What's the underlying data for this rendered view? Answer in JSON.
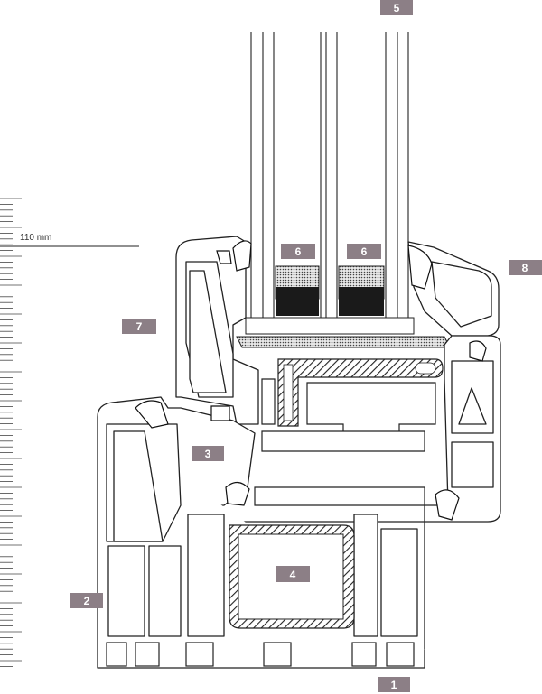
{
  "dimension": {
    "label": "110 mm"
  },
  "callouts": [
    {
      "id": "1",
      "label": "1"
    },
    {
      "id": "2",
      "label": "2"
    },
    {
      "id": "3",
      "label": "3"
    },
    {
      "id": "4",
      "label": "4"
    },
    {
      "id": "5",
      "label": "5"
    },
    {
      "id": "6a",
      "label": "6"
    },
    {
      "id": "6b",
      "label": "6"
    },
    {
      "id": "7",
      "label": "7"
    },
    {
      "id": "8",
      "label": "8"
    }
  ],
  "colors": {
    "tag": "#8c7f86",
    "line": "#222222",
    "hatch": "#333333",
    "seal": "#111111"
  }
}
